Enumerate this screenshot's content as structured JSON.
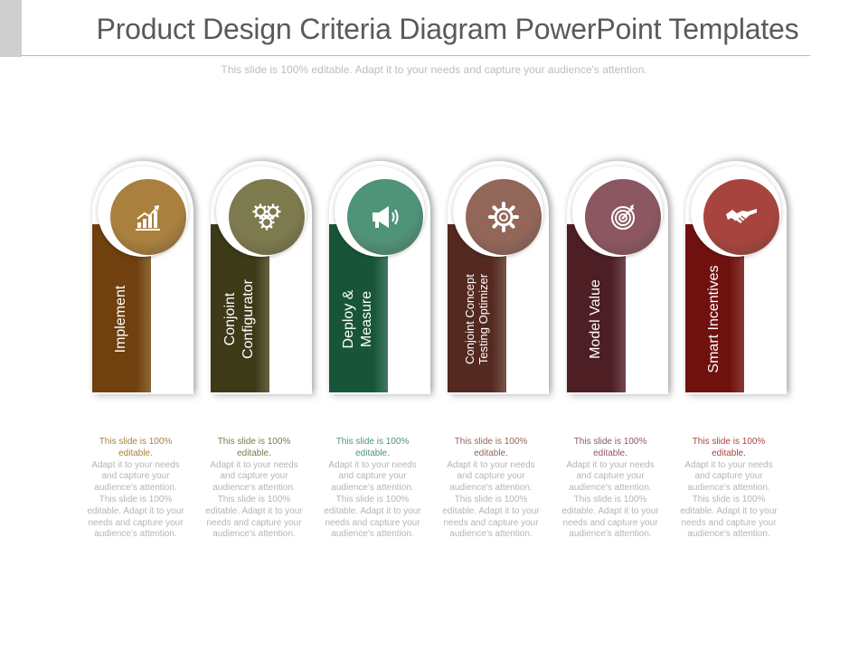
{
  "header": {
    "title": "Product Design Criteria Diagram PowerPoint Templates",
    "subtitle": "This slide is 100% editable. Adapt it to your needs and capture your audience's attention."
  },
  "steps": [
    {
      "label": "Implement",
      "icon": "growth-chart-icon",
      "color": "#a9803e",
      "desc_lead": "This slide is 100% editable.",
      "desc_rest": "Adapt it to your needs and capture your audience's attention. This slide is 100% editable. Adapt it to your needs and capture your audience's attention."
    },
    {
      "label": "Conjoint Configurator",
      "icon": "gears-icon",
      "color": "#7d7a4e",
      "desc_lead": "This slide is 100% editable.",
      "desc_rest": "Adapt it to your needs and capture your audience's attention. This slide is 100% editable. Adapt it to your needs and capture your audience's attention."
    },
    {
      "label": "Deploy & Measure",
      "icon": "megaphone-icon",
      "color": "#4f9378",
      "desc_lead": "This slide is 100% editable.",
      "desc_rest": "Adapt it to your needs and capture your audience's attention. This slide is 100% editable. Adapt it to your needs and capture your audience's attention."
    },
    {
      "label": "Conjoint Concept Testing Optimizer",
      "icon": "gear-icon",
      "color": "#92675a",
      "desc_lead": "This slide is 100% editable.",
      "desc_rest": "Adapt it to your needs and capture your audience's attention. This slide is 100% editable. Adapt it to your needs and capture your audience's attention."
    },
    {
      "label": "Model Value",
      "icon": "target-icon",
      "color": "#8c5760",
      "desc_lead": "This slide is 100% editable.",
      "desc_rest": "Adapt it to your needs and capture your audience's attention. This slide is 100% editable. Adapt it to your needs and capture your audience's attention."
    },
    {
      "label": "Smart Incentives",
      "icon": "handshake-icon",
      "color": "#a8443e",
      "desc_lead": "This slide is 100% editable.",
      "desc_rest": "Adapt it to your needs and capture your audience's attention. This slide is 100% editable. Adapt it to your needs and capture your audience's attention."
    }
  ]
}
